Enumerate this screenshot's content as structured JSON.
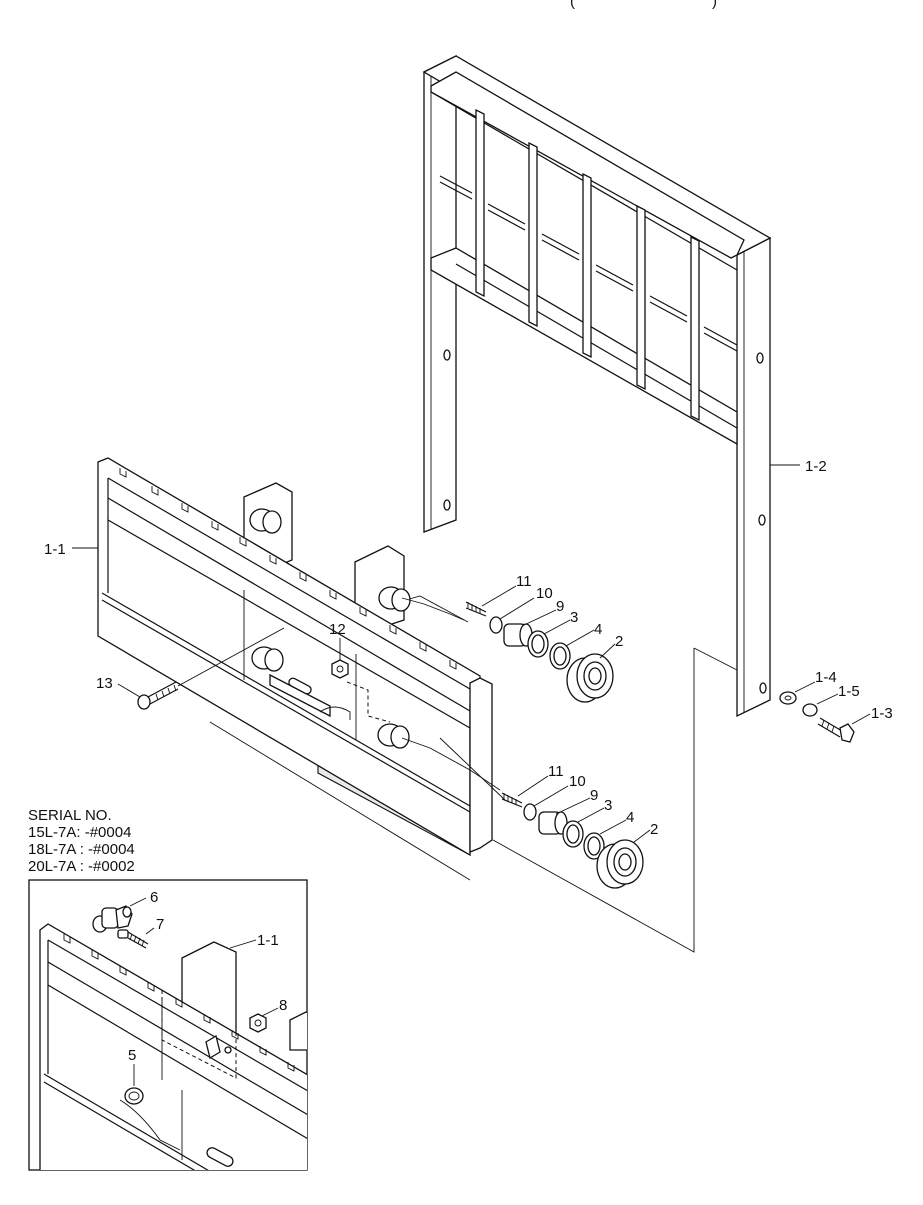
{
  "header_fragment": "(",
  "header_fragment_right": ")",
  "labels": {
    "carriage": "1-1",
    "backrest": "1-2",
    "bolt": "1-3",
    "washer": "1-4",
    "lock_washer": "1-5",
    "roller": "2",
    "shim_a": "3",
    "shim_b": "4",
    "spacer": "9",
    "ring": "10",
    "screw": "11",
    "nut_center": "12",
    "bolt_left": "13",
    "inset_plug": "6",
    "inset_screw": "7",
    "inset_carriage": "1-1",
    "inset_nut": "8",
    "inset_ring": "5"
  },
  "serial": {
    "heading": "SERIAL NO.",
    "lines": [
      "15L-7A: -#0004",
      "18L-7A : -#0004",
      "20L-7A : -#0002"
    ]
  }
}
